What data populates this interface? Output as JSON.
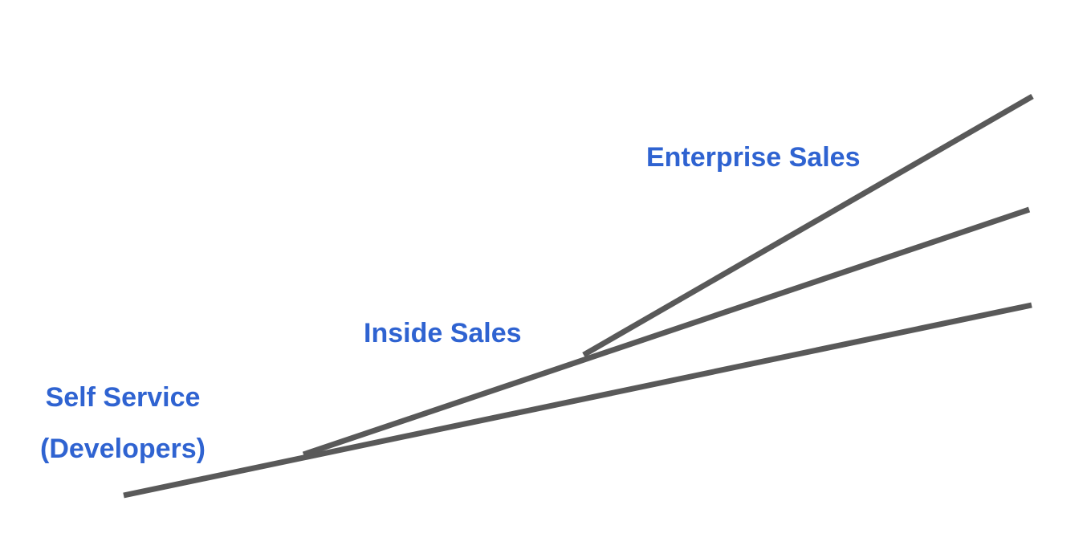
{
  "colors": {
    "label": "#2f63d1",
    "line": "#595959",
    "background": "#ffffff"
  },
  "labels": {
    "self_service_line1": "Self Service",
    "self_service_line2": "(Developers)",
    "inside_sales": "Inside Sales",
    "enterprise_sales": "Enterprise Sales"
  }
}
